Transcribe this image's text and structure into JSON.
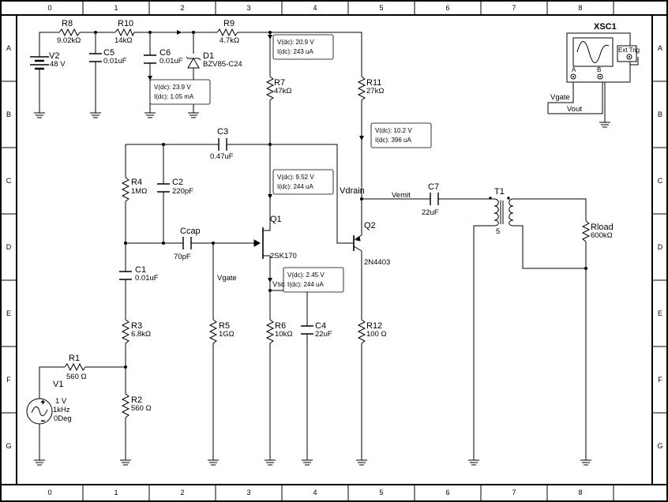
{
  "border": {
    "columns": [
      "0",
      "1",
      "2",
      "3",
      "4",
      "5",
      "6",
      "7",
      "8"
    ],
    "rows": [
      "A",
      "B",
      "C",
      "D",
      "E",
      "F",
      "G"
    ]
  },
  "components": {
    "R8": {
      "ref": "R8",
      "value": "9.02kΩ"
    },
    "R10": {
      "ref": "R10",
      "value": "14kΩ"
    },
    "R9": {
      "ref": "R9",
      "value": "4.7kΩ"
    },
    "V2": {
      "ref": "V2",
      "value": "48 V"
    },
    "C5": {
      "ref": "C5",
      "value": "0.01uF"
    },
    "C6": {
      "ref": "C6",
      "value": "0.01uF"
    },
    "D1": {
      "ref": "D1",
      "value": "BZV85-C24"
    },
    "R7": {
      "ref": "R7",
      "value": "47kΩ"
    },
    "R11": {
      "ref": "R11",
      "value": "27kΩ"
    },
    "C3": {
      "ref": "C3",
      "value": "0.47uF"
    },
    "R4": {
      "ref": "R4",
      "value": "1MΩ"
    },
    "C2": {
      "ref": "C2",
      "value": "220pF"
    },
    "Ccap": {
      "ref": "Ccap",
      "value": "70pF"
    },
    "C1": {
      "ref": "C1",
      "value": "0.01uF"
    },
    "R3": {
      "ref": "R3",
      "value": "6.8kΩ"
    },
    "R5": {
      "ref": "R5",
      "value": "1GΩ"
    },
    "R6": {
      "ref": "R6",
      "value": "10kΩ"
    },
    "C4": {
      "ref": "C4",
      "value": "22uF"
    },
    "R12": {
      "ref": "R12",
      "value": "100 Ω"
    },
    "R1": {
      "ref": "R1",
      "value": "560 Ω"
    },
    "R2": {
      "ref": "R2",
      "value": "560 Ω"
    },
    "C7": {
      "ref": "C7",
      "value": "22uF"
    },
    "T1": {
      "ref": "T1",
      "value": "5"
    },
    "Rload": {
      "ref": "Rload",
      "value": "600kΩ"
    },
    "Q1": {
      "ref": "Q1",
      "value": "2SK170"
    },
    "Q2": {
      "ref": "Q2",
      "value": "2N4403"
    },
    "V1": {
      "ref": "V1",
      "line1": "1 V",
      "line2": "1kHz",
      "line3": "0Deg"
    },
    "XSC1": {
      "ref": "XSC1",
      "ext": "Ext Trig",
      "a": "A",
      "b": "B"
    }
  },
  "nets": {
    "vdrain": "Vdrain",
    "vemit": "Vemit",
    "vgate": "Vgate",
    "vgate_scope": "Vgate",
    "vout": "Vout",
    "vsc": "Vsc"
  },
  "probes": [
    {
      "v": "V(dc): 20.9 V",
      "i": "I(dc): 243 uA"
    },
    {
      "v": "V(dc): 23.9 V",
      "i": "I(dc): 1.05 mA"
    },
    {
      "v": "V(dc): 10.2 V",
      "i": "I(dc): 396 uA"
    },
    {
      "v": "V(dc): 9.52 V",
      "i": "I(dc): 244 uA"
    },
    {
      "v": "V(dc): 2.45 V",
      "i": "I(dc): 244 uA"
    }
  ],
  "colors": {
    "background": "#ffffff",
    "ink": "#000000"
  }
}
